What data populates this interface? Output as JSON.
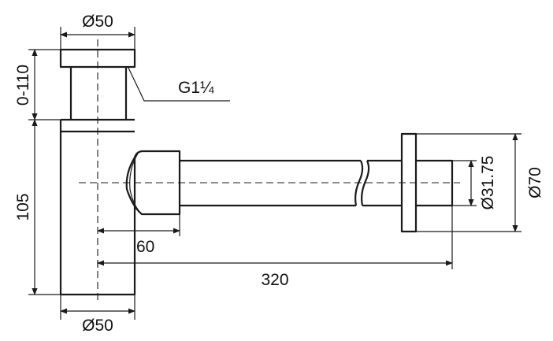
{
  "dimensions": {
    "top_diameter": "Ø50",
    "bottom_diameter": "Ø50",
    "adjust_height": "0-110",
    "body_height": "105",
    "thread": "G1¼",
    "outlet_offset": "60",
    "outlet_length": "320",
    "pipe_diameter": "Ø31.75",
    "flange_diameter": "Ø70"
  }
}
